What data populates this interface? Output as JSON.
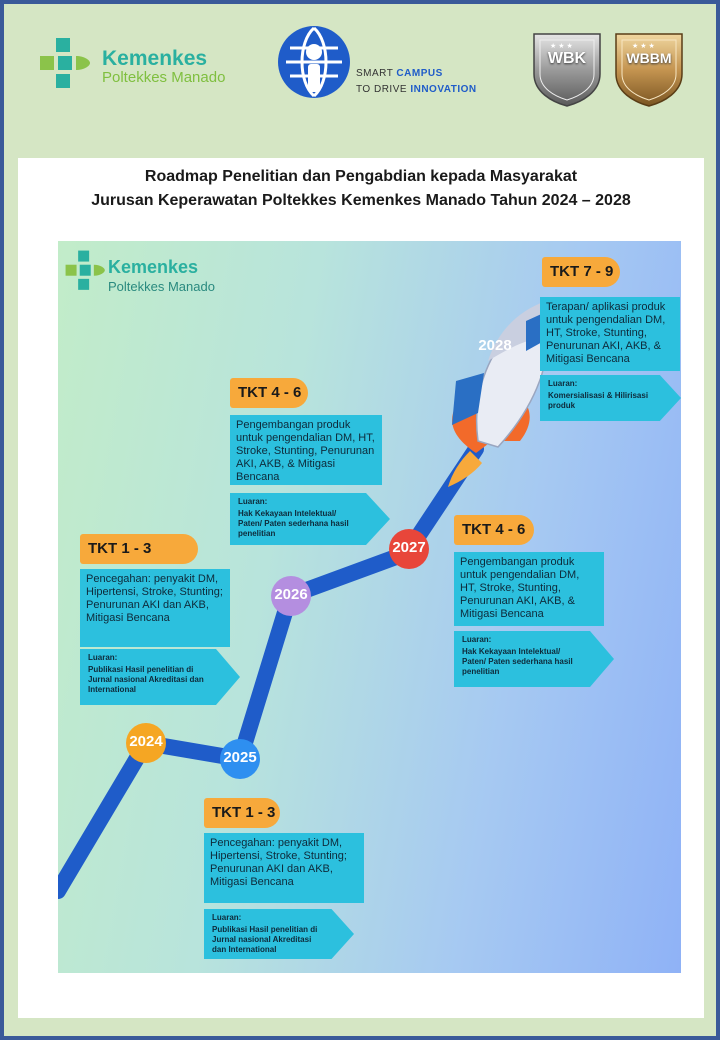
{
  "header": {
    "kemenkes_line1": "Kemenkes",
    "kemenkes_line2": "Poltekkes Manado",
    "smart_campus_1a": "SMART ",
    "smart_campus_1b": "CAMPUS",
    "smart_campus_2a": "TO DRIVE ",
    "smart_campus_2b": "INNOVATION",
    "badge1": "WBK",
    "badge2": "WBBM"
  },
  "document": {
    "title_line1": "Roadmap Penelitian dan Pengabdian kepada Masyarakat",
    "title_line2": "Jurusan Keperawatan Poltekkes Kemenkes Manado Tahun 2024 – 2028"
  },
  "roadmap_logo": {
    "line1": "Kemenkes",
    "line2": "Poltekkes Manado"
  },
  "stages": [
    {
      "year": "2024",
      "tkt": "TKT 1 - 3",
      "desc": "Pencegahan: penyakit DM, Hipertensi, Stroke, Stunting; Penurunan AKI dan AKB, Mitigasi Bencana",
      "out_label": "Luaran:",
      "out_text": "Publikasi Hasil penelitian di Jurnal nasional Akreditasi dan International"
    },
    {
      "year": "2025",
      "tkt": "TKT 1 - 3",
      "desc": "Pencegahan: penyakit DM, Hipertensi, Stroke, Stunting; Penurunan AKI dan AKB, Mitigasi Bencana",
      "out_label": "Luaran:",
      "out_text": "Publikasi Hasil penelitian di Jurnal nasional Akreditasi dan International"
    },
    {
      "year": "2026",
      "tkt": "TKT 4 - 6",
      "desc": "Pengembangan produk untuk pengendalian DM, HT, Stroke, Stunting, Penurunan AKI, AKB, & Mitigasi Bencana",
      "out_label": "Luaran:",
      "out_text": "Hak Kekayaan Intelektual/ Paten/ Paten sederhana hasil penelitian"
    },
    {
      "year": "2027",
      "tkt": "TKT 4 - 6",
      "desc": "Pengembangan produk untuk pengendalian DM, HT, Stroke, Stunting, Penurunan AKI, AKB, & Mitigasi Bencana",
      "out_label": "Luaran:",
      "out_text": "Hak Kekayaan Intelektual/ Paten/ Paten sederhana hasil penelitian"
    },
    {
      "year": "2028",
      "tkt": "TKT 7 - 9",
      "desc": "Terapan/ aplikasi produk untuk pengendalian DM, HT, Stroke, Stunting, Penurunan AKI, AKB, & Mitigasi Bencana",
      "out_label": "Luaran:",
      "out_text": "Komersialisasi & Hilirisasi produk"
    }
  ],
  "colors": {
    "tkt": "#f7a93b",
    "desc": "#2cc0de",
    "path": "#1f5cc9",
    "node_2024": "#f5a623",
    "node_2025": "#2e8ff0",
    "node_2026": "#b48ee0",
    "node_2027": "#e8463a",
    "brand_teal": "#2ab0a0"
  }
}
